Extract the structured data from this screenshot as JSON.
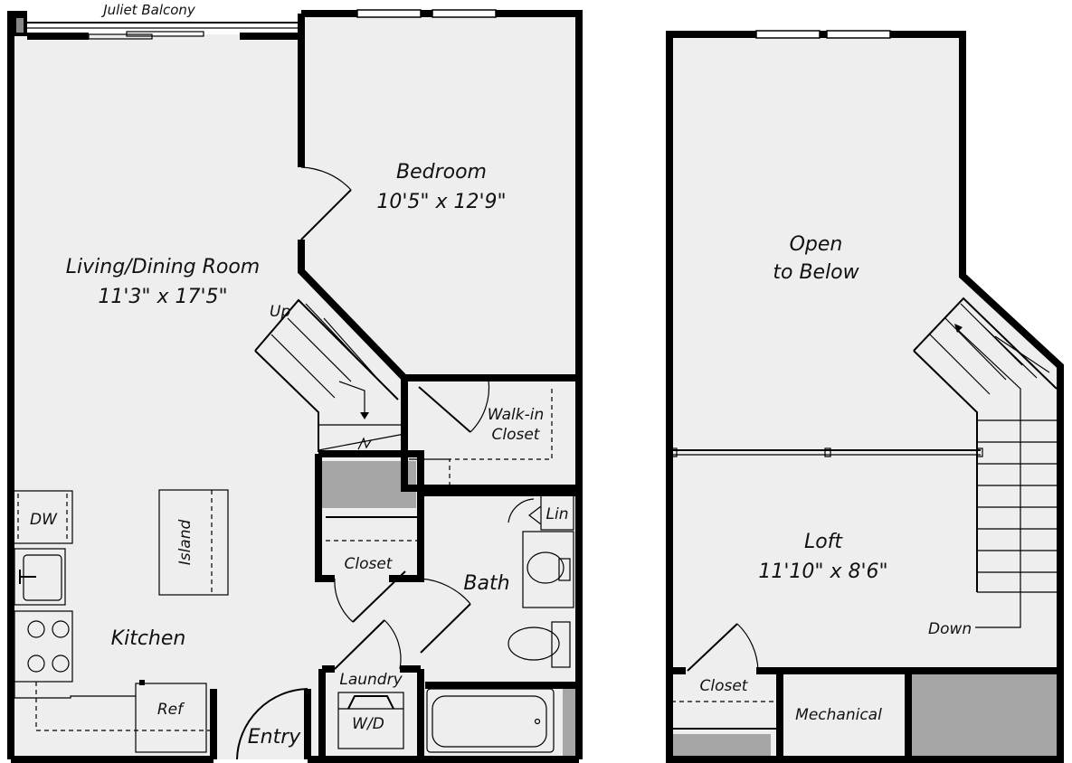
{
  "colors": {
    "floor": "#eeeeee",
    "wall": "#000000",
    "shaft": "#a6a6a6"
  },
  "lower_level": {
    "balcony": "Juliet Balcony",
    "bedroom": {
      "name": "Bedroom",
      "size": "10'5\" x 12'9\""
    },
    "living": {
      "name": "Living/Dining Room",
      "size": "11'3\" x 17'5\""
    },
    "stairs_label": "Up",
    "walkin": {
      "line1": "Walk-in",
      "line2": "Closet"
    },
    "dw": "DW",
    "island": "Island",
    "closet": "Closet",
    "linen": "Lin",
    "bath": "Bath",
    "kitchen": "Kitchen",
    "laundry": "Laundry",
    "wd": "W/D",
    "ref": "Ref",
    "entry": "Entry"
  },
  "upper_level": {
    "open": {
      "line1": "Open",
      "line2": "to Below"
    },
    "loft": {
      "name": "Loft",
      "size": "11'10\" x 8'6\""
    },
    "stairs_label": "Down",
    "closet": "Closet",
    "mechanical": "Mechanical"
  }
}
